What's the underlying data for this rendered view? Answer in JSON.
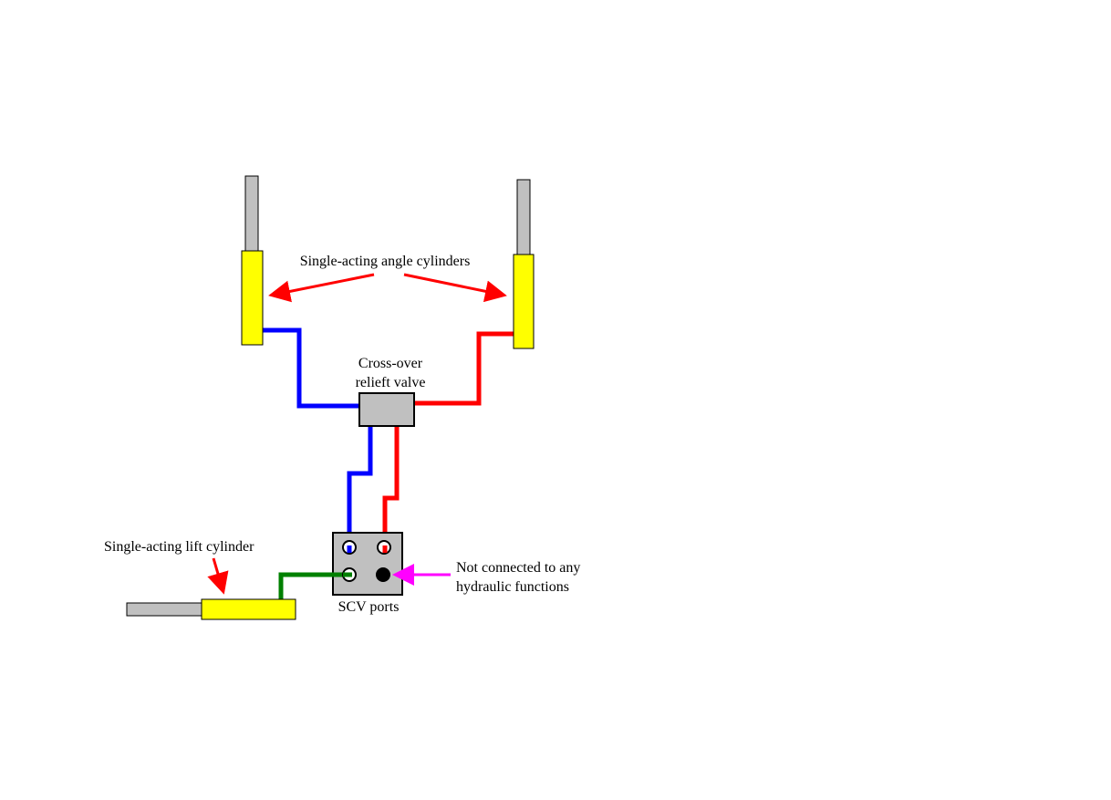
{
  "labels": {
    "angle_cylinders": "Single-acting angle cylinders",
    "valve_line1": "Cross-over",
    "valve_line2": "relieft valve",
    "lift_cylinder": "Single-acting lift cylinder",
    "scv_ports": "SCV ports",
    "not_connected_line1": "Not connected to any",
    "not_connected_line2": "hydraulic functions"
  },
  "colors": {
    "cylinder": "#ffff00",
    "rod": "#c0c0c0",
    "valve": "#c0c0c0",
    "line_a": "#0000ff",
    "line_b": "#ff0000",
    "line_lift": "#008000",
    "pointer": "#ff0000",
    "pointer_unused": "#ff00ff",
    "plugged_port": "#000000"
  }
}
